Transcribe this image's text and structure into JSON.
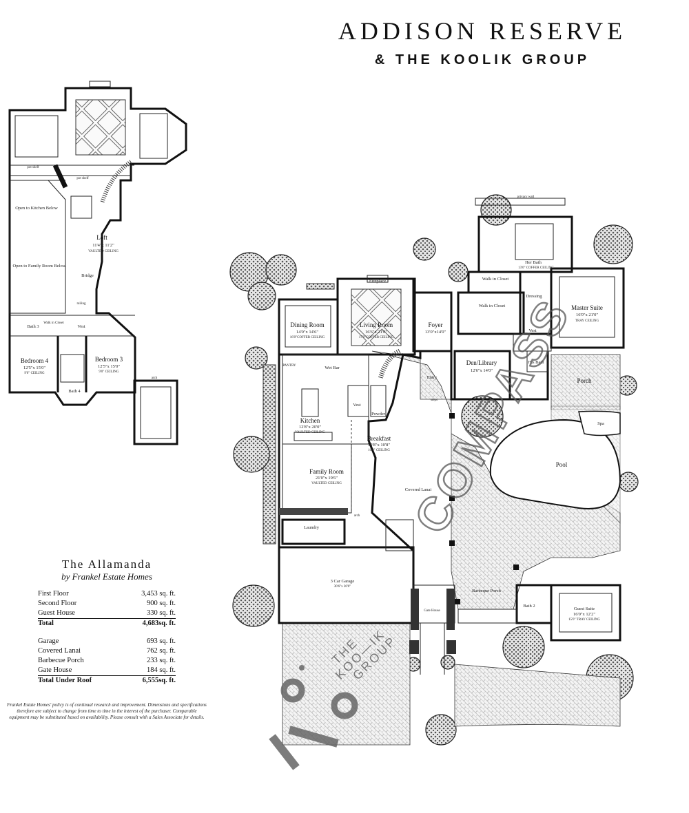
{
  "header": {
    "title": "ADDISON RESERVE",
    "subtitle": "& THE KOOLIK GROUP"
  },
  "second_floor": {
    "loft": {
      "name": "Loft",
      "dims": "11'4\"x 11'2\"",
      "ceiling": "VAULTED CEILING"
    },
    "open_kitchen": "Open to Kitchen Below",
    "open_family": "Open to Family Room Below",
    "bridge": "Bridge",
    "bedroom4": {
      "name": "Bedroom 4",
      "dims": "12'5\"x 15'0\"",
      "ceiling": "9'0\" CEILING"
    },
    "bedroom3": {
      "name": "Bedroom 3",
      "dims": "12'5\"x 15'0\"",
      "ceiling": "9'0\" CEILING"
    },
    "bath3": "Bath 3",
    "bath4": "Bath 4",
    "walk_in_closet": "Walk in Closet",
    "vest": "Vest",
    "pot_shelf": "pot shelf",
    "railing": "railing",
    "arch": "arch"
  },
  "first_floor": {
    "dining": {
      "name": "Dining Room",
      "dims": "14'0\"x 14'6\"",
      "ceiling": "16'0\"COFFER CEILING"
    },
    "living": {
      "name": "Living Room",
      "dims": "16'6\"x 21'0\"",
      "ceiling": "17'0\"COFFER CEILING"
    },
    "fireplace": "Fireplace",
    "foyer": {
      "name": "Foyer",
      "dims": "13'0\"x14'0\""
    },
    "kitchen": {
      "name": "Kitchen",
      "dims": "12'8\"x 20'0\"",
      "ceiling": "VAULTED CEILING"
    },
    "wet_bar": "Wet Bar",
    "pantry": "PANTRY",
    "vest": "Vest",
    "powder": "Powder",
    "entry": "Entry",
    "steps": "steps",
    "breakfast": {
      "name": "Breakfast",
      "dims": "10'8\"x 10'8\"",
      "ceiling": "10'0\" CEILING"
    },
    "family": {
      "name": "Family Room",
      "dims": "21'0\"x 19'6\"",
      "ceiling": "VAULTED CEILING"
    },
    "laundry": "Laundry",
    "garage": {
      "name": "3 Car Garage",
      "dims": "30'6\"x 20'0\""
    },
    "covered_lanai": "Covered Lanai",
    "den": {
      "name": "Den/Library",
      "dims": "12'6\"x 14'0\""
    },
    "walk_in_closet": "Walk in Closet",
    "dressing": "Dressing",
    "her_bath": {
      "name": "Her Bath",
      "ceiling": "13'0\" COFFER CEILING"
    },
    "his_bath": "His Bath",
    "master": {
      "name": "Master Suite",
      "dims": "16'0\"x 21'0\"",
      "ceiling": "TRAY CEILING"
    },
    "porch": "Porch",
    "spa": "Spa",
    "pool": "Pool",
    "privacy_wall": "privacy wall",
    "barbeque": "Barbeque Porch",
    "bath2": "Bath 2",
    "guest_suite": {
      "name": "Guest Suite",
      "dims": "16'0\"x 12'2\"",
      "ceiling": "15'0\" TRAY CEILING"
    },
    "gate_house": "Gate House",
    "arch": "arch"
  },
  "watermarks": {
    "compass": "COMPASS",
    "koolik": [
      "THE",
      "KOO—IK",
      "GROUP"
    ]
  },
  "summary": {
    "title": "The Allamanda",
    "builder": "by Frankel Estate Homes",
    "rows": [
      {
        "label": "First Floor",
        "value": "3,453 sq. ft."
      },
      {
        "label": "Second Floor",
        "value": "900 sq. ft."
      },
      {
        "label": "Guest House",
        "value": "330 sq. ft."
      }
    ],
    "total": {
      "label": "Total",
      "value": "4,683sq. ft."
    },
    "rows2": [
      {
        "label": "Garage",
        "value": "693 sq. ft."
      },
      {
        "label": "Covered Lanai",
        "value": "762 sq. ft."
      },
      {
        "label": "Barbecue Porch",
        "value": "233 sq. ft."
      },
      {
        "label": "Gate House",
        "value": "184 sq. ft."
      }
    ],
    "total_under_roof": {
      "label": "Total Under Roof",
      "value": "6,555sq. ft."
    }
  },
  "disclaimer": "Frankel Estate Homes' policy is of continual research and improvement. Dimensions and specifications therefore are subject to change from time to time in the interest of the purchaser. Comparable equipment may be substituted based on availability. Please consult with a Sales Associate for details.",
  "colors": {
    "ink": "#111111",
    "watermark": "#555555",
    "paper": "#ffffff"
  }
}
